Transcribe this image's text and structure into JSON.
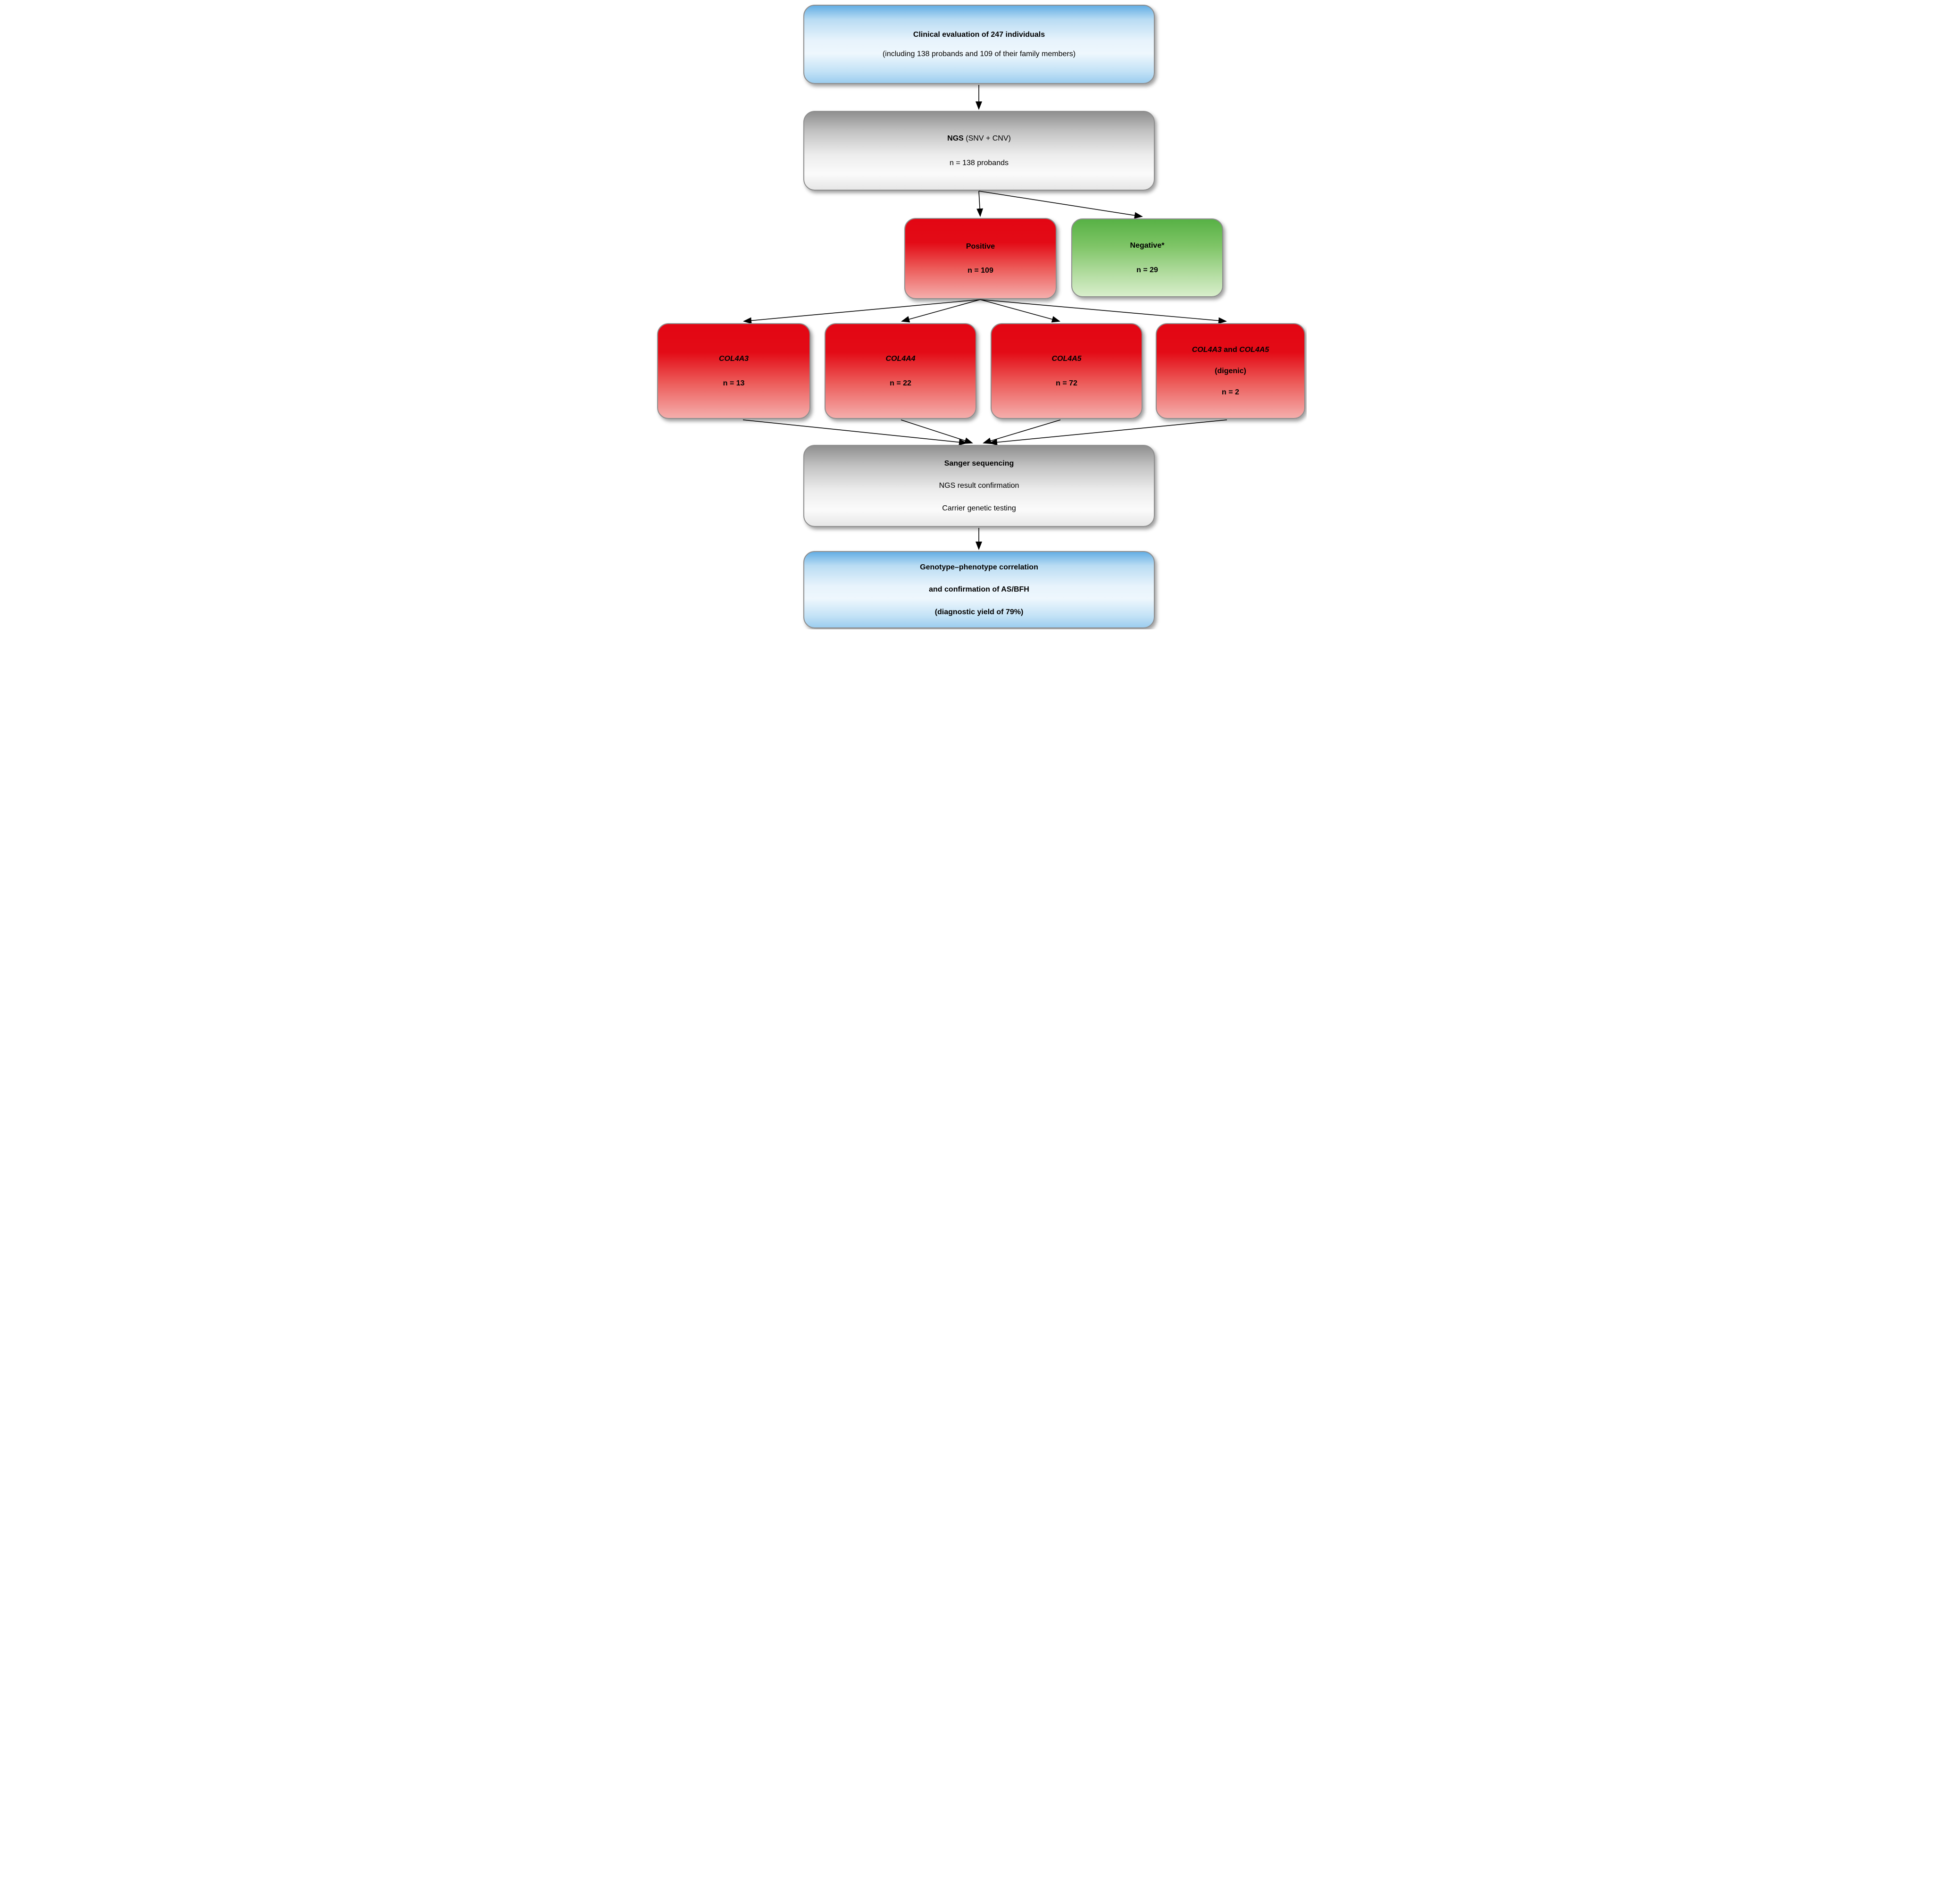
{
  "colors": {
    "arrow": "#000000",
    "blue-top": "#64aee4",
    "blue-bottom": "#9ccdef",
    "gray-top": "#8f8f8f",
    "gray-bottom": "#e6e6e6",
    "red-top": "#e30613",
    "red-bottom": "#f5aeac",
    "green-top": "#57b145",
    "green-bottom": "#d8eecb"
  },
  "boxes": {
    "clinical": {
      "title": "Clinical evaluation of 247 individuals",
      "subtitle": "(including 138 probands and 109 of their family members)"
    },
    "ngs": {
      "title_bold": "NGS",
      "title_rest": " (SNV + CNV)",
      "count": "n = 138 probands"
    },
    "positive": {
      "title": "Positive",
      "count": "n = 109"
    },
    "negative": {
      "title": "Negative*",
      "count": "n = 29"
    },
    "col4a3": {
      "gene": "COL4A3",
      "count": "n = 13"
    },
    "col4a4": {
      "gene": "COL4A4",
      "count": "n = 22"
    },
    "col4a5": {
      "gene": "COL4A5",
      "count": "n = 72"
    },
    "digenic": {
      "gene1": "COL4A3",
      "conjunction": " and ",
      "gene2": "COL4A5",
      "subtitle": "(digenic)",
      "count": "n = 2"
    },
    "sanger": {
      "title": "Sanger sequencing",
      "line2": "NGS result confirmation",
      "line3": "Carrier genetic testing"
    },
    "outcome": {
      "line1": "Genotype–phenotype correlation",
      "line2": "and confirmation of AS/BFH",
      "line3": "(diagnostic yield of 79%)"
    }
  }
}
